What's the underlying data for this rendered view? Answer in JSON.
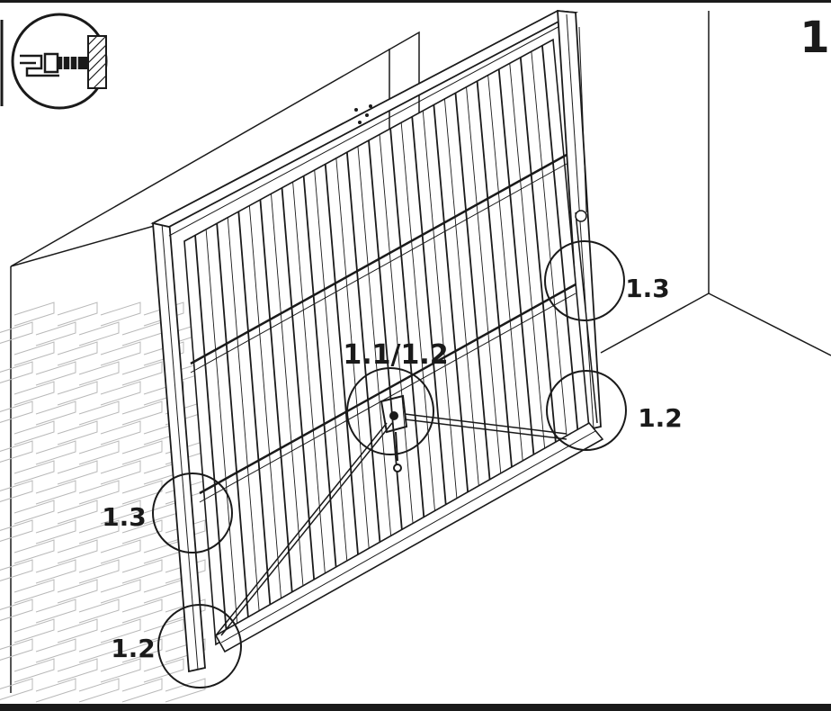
{
  "step_number": "1",
  "callouts": {
    "center": "1.1/1.2",
    "right_upper": "1.3",
    "right_lower": "1.2",
    "left_upper": "1.3",
    "left_lower": "1.2"
  },
  "colors": {
    "line": "#1a1a1a",
    "brick_line": "#b8b8b8",
    "background": "#ffffff",
    "bottom_bar": "#1a1a1a"
  },
  "icons": {
    "detail_inset": "screw-into-wall-icon"
  }
}
